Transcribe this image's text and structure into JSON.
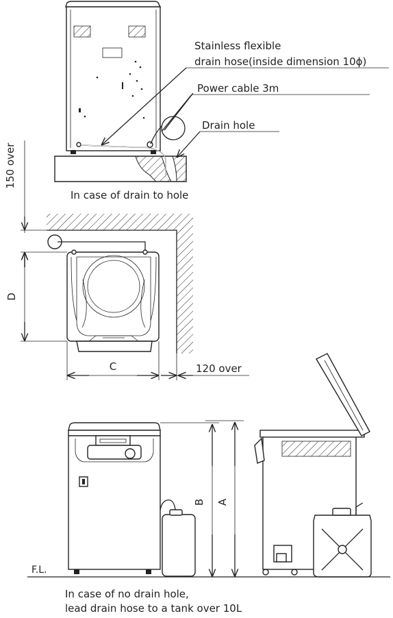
{
  "labels": {
    "stainless_1": "Stainless flexible",
    "stainless_2": "drain hose(inside dimension 10ϕ)",
    "power_cable": "Power cable 3m",
    "drain_hole": "Drain hole",
    "case_hole": "In case of drain to hole",
    "dim_150": "150 over",
    "dim_120": "120 over",
    "dim_A": "A",
    "dim_B": "B",
    "dim_C": "C",
    "dim_D": "D",
    "floor": "F.L.",
    "case_tank_1": "In case of no drain hole,",
    "case_tank_2": "lead drain hose to a tank over 10L"
  }
}
